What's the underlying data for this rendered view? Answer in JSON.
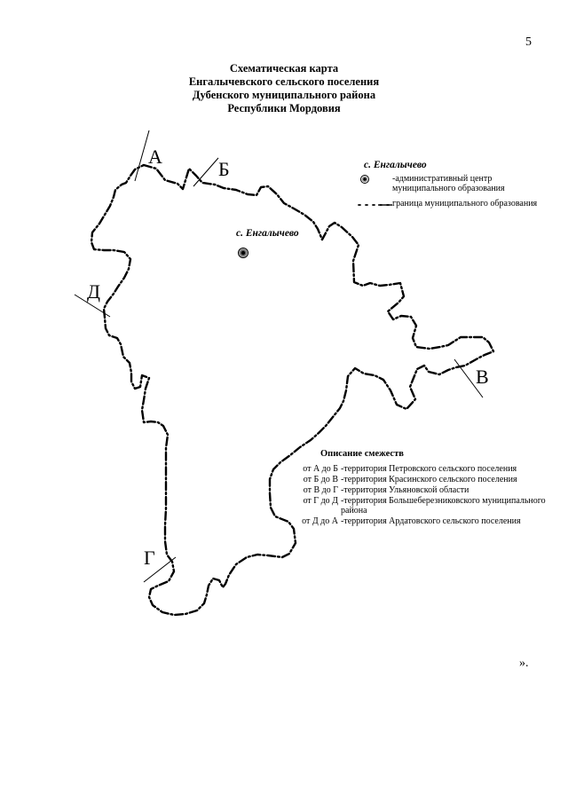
{
  "page_number": "5",
  "title_lines": [
    "Схематическая карта",
    "Енгалычевского сельского поселения",
    "Дубенского муниципального района",
    "Республики Мордовия"
  ],
  "points": {
    "a": "А",
    "b": "Б",
    "v": "В",
    "g": "Г",
    "d": "Д"
  },
  "map_center_label": "с. Енгалычево",
  "legend": {
    "title": "с. Енгалычево",
    "center_text": "-административный центр муниципального образования",
    "border_text": "граница муниципального образования"
  },
  "adjacency": {
    "title": "Описание смежеств",
    "rows": [
      {
        "code": "от А до Б",
        "desc": "-территория Петровского сельского поселения"
      },
      {
        "code": "от Б до В",
        "desc": "-территория Красинского сельского поселения"
      },
      {
        "code": "от В до Г",
        "desc": "-территория Ульяновской области"
      },
      {
        "code": "от Г до Д",
        "desc": "-территория Большеберезниковского муниципального района"
      },
      {
        "code": "от Д до А",
        "desc": "-территория Ардатовского сельского поселения"
      }
    ]
  },
  "closing_quote": "».",
  "colors": {
    "ink": "#000000",
    "paper": "#ffffff"
  }
}
